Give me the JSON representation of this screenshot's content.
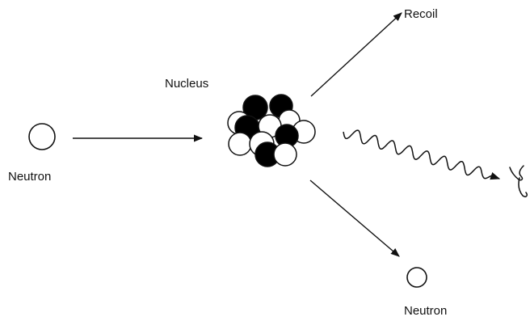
{
  "labels": {
    "incoming_neutron": "Neutron",
    "nucleus": "Nucleus",
    "recoil": "Recoil",
    "outgoing_neutron": "Neutron"
  },
  "gamma_symbol_icon": "gamma-glyph",
  "colors": {
    "stroke": "#111111",
    "nucleon_dark": "#000000",
    "nucleon_light": "#ffffff"
  }
}
